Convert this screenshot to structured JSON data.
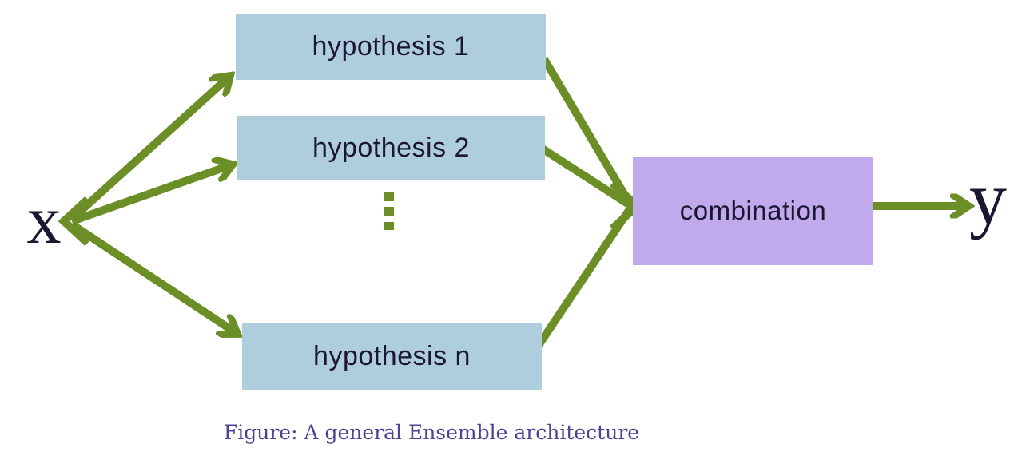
{
  "colors": {
    "background": "#ffffff",
    "arrow": "#6c8e26",
    "hypothesis_box": "#aecddd",
    "combination_box": "#c1aaeb",
    "node_text": "#1b1733",
    "caption_text": "#4f4193"
  },
  "diagram": {
    "input_label": "x",
    "output_label": "y",
    "hypothesis_boxes": [
      {
        "label": "hypothesis 1"
      },
      {
        "label": "hypothesis 2"
      },
      {
        "label": "hypothesis n"
      }
    ],
    "ellipsis_icon": "vertical-dots",
    "combination_label": "combination",
    "caption": "Figure: A general Ensemble architecture"
  }
}
